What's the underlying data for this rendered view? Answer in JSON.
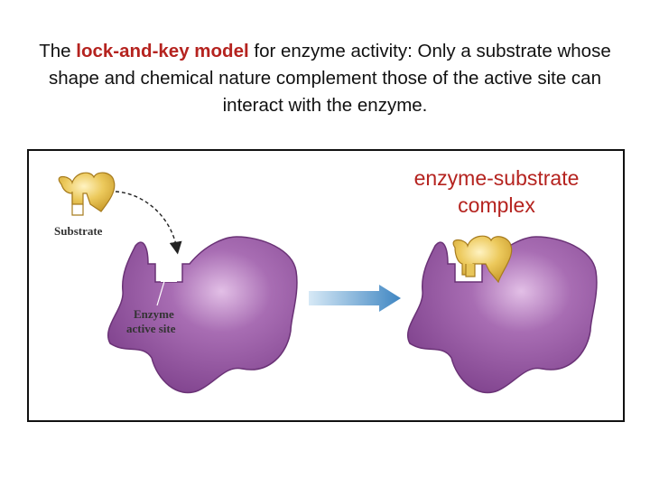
{
  "caption": {
    "prefix": "The ",
    "highlight": "lock-and-key model",
    "suffix": " for enzyme activity: Only a substrate whose shape and chemical nature complement those of the active site can interact with the enzyme."
  },
  "diagram": {
    "substrate_label": "Substrate",
    "active_site_label_line1": "Enzyme",
    "active_site_label_line2": "active site",
    "complex_label": "enzyme-substrate complex"
  },
  "colors": {
    "highlight": "#b5231f",
    "enzyme": "#9b5ea6",
    "substrate": "#e8c65a",
    "arrow": "#4a8fc7"
  }
}
